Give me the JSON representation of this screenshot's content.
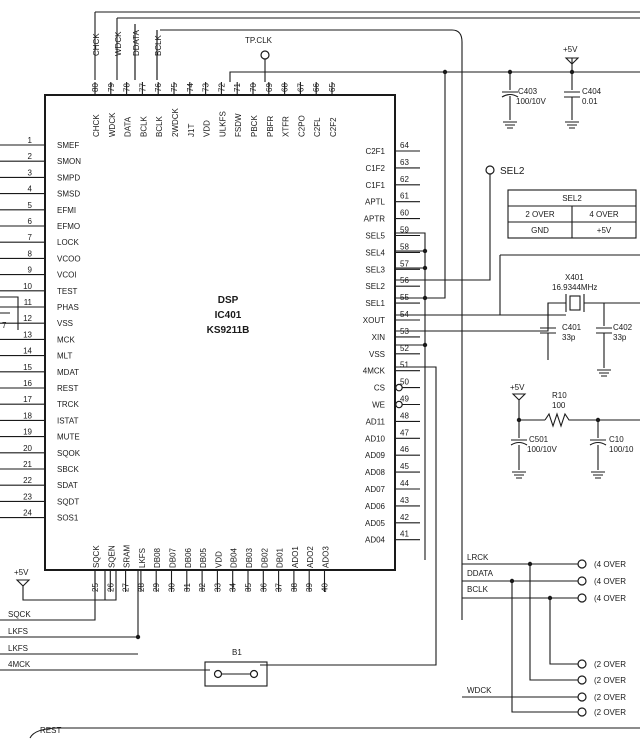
{
  "chip": {
    "line1": "DSP",
    "line2": "IC401",
    "line3": "KS9211B"
  },
  "top_pins": [
    {
      "label": "CHCK",
      "num": "80"
    },
    {
      "label": "WDCK",
      "num": "79"
    },
    {
      "label": "DATA",
      "num": "78"
    },
    {
      "label": "BCLK",
      "num": "77"
    },
    {
      "label": "BCLK",
      "num": "76"
    },
    {
      "label": "2WDCK",
      "num": "75"
    },
    {
      "label": "J1T",
      "num": "74"
    },
    {
      "label": "VDD",
      "num": "73"
    },
    {
      "label": "ULKFS",
      "num": "72"
    },
    {
      "label": "FSDW",
      "num": "71"
    },
    {
      "label": "PBCK",
      "num": "70"
    },
    {
      "label": "PBFR",
      "num": "69"
    },
    {
      "label": "XTFR",
      "num": "68"
    },
    {
      "label": "C2PO",
      "num": "67"
    },
    {
      "label": "C2FL",
      "num": "66"
    },
    {
      "label": "C2F2",
      "num": "65"
    }
  ],
  "top_signals": [
    "CHCK",
    "WDCK",
    "DDATA",
    "BCLK"
  ],
  "left_pins": [
    {
      "label": "SMEF",
      "num": "1"
    },
    {
      "label": "SMON",
      "num": "2"
    },
    {
      "label": "SMPD",
      "num": "3"
    },
    {
      "label": "SMSD",
      "num": "4"
    },
    {
      "label": "EFMI",
      "num": "5"
    },
    {
      "label": "EFMO",
      "num": "6"
    },
    {
      "label": "LOCK",
      "num": "7"
    },
    {
      "label": "VCOO",
      "num": "8"
    },
    {
      "label": "VCOI",
      "num": "9"
    },
    {
      "label": "TEST",
      "num": "10"
    },
    {
      "label": "PHAS",
      "num": "11"
    },
    {
      "label": "VSS",
      "num": "12"
    },
    {
      "label": "MCK",
      "num": "13"
    },
    {
      "label": "MLT",
      "num": "14"
    },
    {
      "label": "MDAT",
      "num": "15"
    },
    {
      "label": "REST",
      "num": "16"
    },
    {
      "label": "TRCK",
      "num": "17"
    },
    {
      "label": "ISTAT",
      "num": "18"
    },
    {
      "label": "MUTE",
      "num": "19"
    },
    {
      "label": "SQOK",
      "num": "20"
    },
    {
      "label": "SBCK",
      "num": "21"
    },
    {
      "label": "SDAT",
      "num": "22"
    },
    {
      "label": "SQDT",
      "num": "23"
    },
    {
      "label": "SOS1",
      "num": "24"
    }
  ],
  "right_pins": [
    {
      "label": "C2F1",
      "num": "64"
    },
    {
      "label": "C1F2",
      "num": "63"
    },
    {
      "label": "C1F1",
      "num": "62"
    },
    {
      "label": "APTL",
      "num": "61"
    },
    {
      "label": "APTR",
      "num": "60"
    },
    {
      "label": "SEL5",
      "num": "59"
    },
    {
      "label": "SEL4",
      "num": "58"
    },
    {
      "label": "SEL3",
      "num": "57"
    },
    {
      "label": "SEL2",
      "num": "56"
    },
    {
      "label": "SEL1",
      "num": "55"
    },
    {
      "label": "XOUT",
      "num": "54"
    },
    {
      "label": "XIN",
      "num": "53"
    },
    {
      "label": "VSS",
      "num": "52"
    },
    {
      "label": "4MCK",
      "num": "51"
    },
    {
      "label": "CS",
      "num": "50"
    },
    {
      "label": "WE",
      "num": "49"
    },
    {
      "label": "AD11",
      "num": "48"
    },
    {
      "label": "AD10",
      "num": "47"
    },
    {
      "label": "AD09",
      "num": "46"
    },
    {
      "label": "AD08",
      "num": "45"
    },
    {
      "label": "AD07",
      "num": "44"
    },
    {
      "label": "AD06",
      "num": "43"
    },
    {
      "label": "AD05",
      "num": "42"
    },
    {
      "label": "AD04",
      "num": "41"
    }
  ],
  "bottom_pins": [
    {
      "label": "SQCK",
      "num": "25"
    },
    {
      "label": "SQEN",
      "num": "26"
    },
    {
      "label": "SRAM",
      "num": "27"
    },
    {
      "label": "LKFS",
      "num": "28"
    },
    {
      "label": "DB08",
      "num": "29"
    },
    {
      "label": "DB07",
      "num": "30"
    },
    {
      "label": "DB06",
      "num": "31"
    },
    {
      "label": "DB05",
      "num": "32"
    },
    {
      "label": "VDD",
      "num": "33"
    },
    {
      "label": "DB04",
      "num": "34"
    },
    {
      "label": "DB03",
      "num": "35"
    },
    {
      "label": "DB02",
      "num": "36"
    },
    {
      "label": "DB01",
      "num": "37"
    },
    {
      "label": "ADO1",
      "num": "38"
    },
    {
      "label": "ADO2",
      "num": "39"
    },
    {
      "label": "ADO3",
      "num": "40"
    }
  ],
  "bottom_signals": [
    "SQCK",
    "LKFS",
    "LKFS",
    "4MCK",
    "REST"
  ],
  "tp_clk": "TP.CLK",
  "plus5v": "+5V",
  "caps": {
    "c403": [
      "C403",
      "100/10V"
    ],
    "c404": [
      "C404",
      "0.01"
    ],
    "c401": [
      "C401",
      "33p"
    ],
    "c402": [
      "C402",
      "33p"
    ],
    "c501": [
      "C501",
      "100/10V"
    ],
    "c10": [
      "C10",
      "100/10"
    ]
  },
  "resistor": [
    "R10",
    "100"
  ],
  "crystal": [
    "X401",
    "16.9344MHz"
  ],
  "sel2": {
    "label": "SEL2",
    "table_title": "SEL2",
    "rows": [
      [
        "2 OVER",
        "4 OVER"
      ],
      [
        "GND",
        "+5V"
      ]
    ]
  },
  "right_signals": [
    "LRCK",
    "DDATA",
    "BCLK",
    "WDCK"
  ],
  "outputs": [
    "(4 OVER",
    "(4 OVER",
    "(4 OVER",
    "(2 OVER",
    "(2 OVER",
    "(2 OVER",
    "(2 OVER"
  ],
  "jumper": "B1",
  "pin7_mark": "7"
}
